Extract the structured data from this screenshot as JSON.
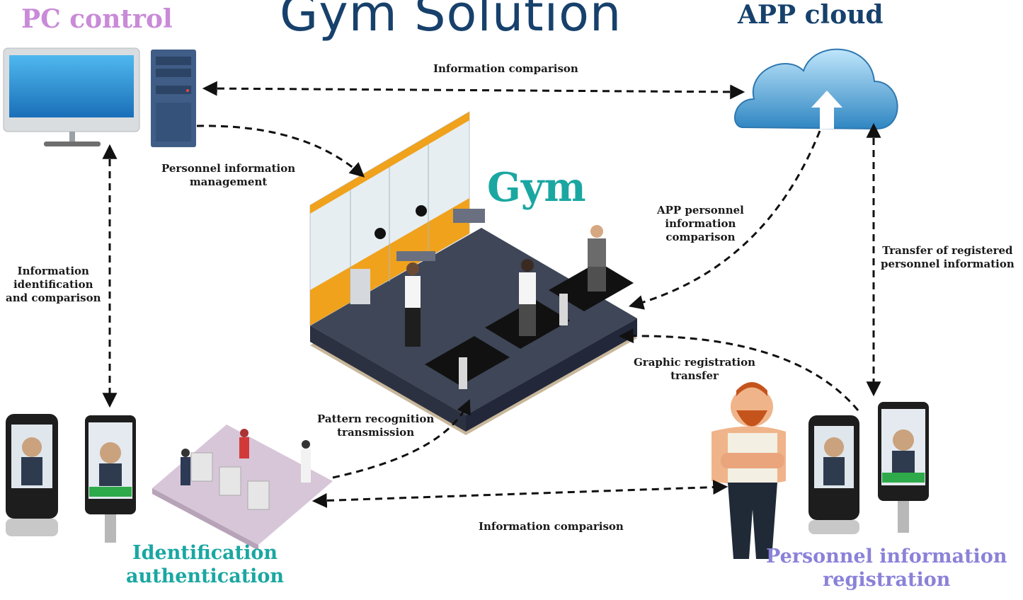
{
  "title": "Gym Solution",
  "nodes": {
    "pc": "PC control",
    "cloud": "APP cloud",
    "gym": "Gym",
    "identification": "Identification\nauthentication",
    "registration": "Personnel information\nregistration"
  },
  "edges": {
    "info_comparison_top": "Information comparison",
    "personnel_mgmt": "Personnel information\nmanagement",
    "info_identification": "Information\nidentification\nand comparison",
    "app_personnel": "APP personnel\ninformation\ncomparison",
    "transfer_registered": "Transfer of registered\npersonnel information",
    "graphic_registration": "Graphic registration\ntransfer",
    "pattern_recognition": "Pattern recognition\ntransmission",
    "info_comparison_bottom": "Information comparison"
  },
  "colors": {
    "title": "#17416c",
    "pc": "#c98ad8",
    "cloud": "#17416c",
    "gym": "#1aa7a2",
    "identification": "#1aa7a2",
    "registration": "#8a82d8"
  },
  "icons": [
    "monitor-icon",
    "server-tower-icon",
    "cloud-upload-icon",
    "gym-floor-illustration",
    "turnstile-lobby-illustration",
    "face-terminal-icon",
    "bearded-man-illustration"
  ]
}
